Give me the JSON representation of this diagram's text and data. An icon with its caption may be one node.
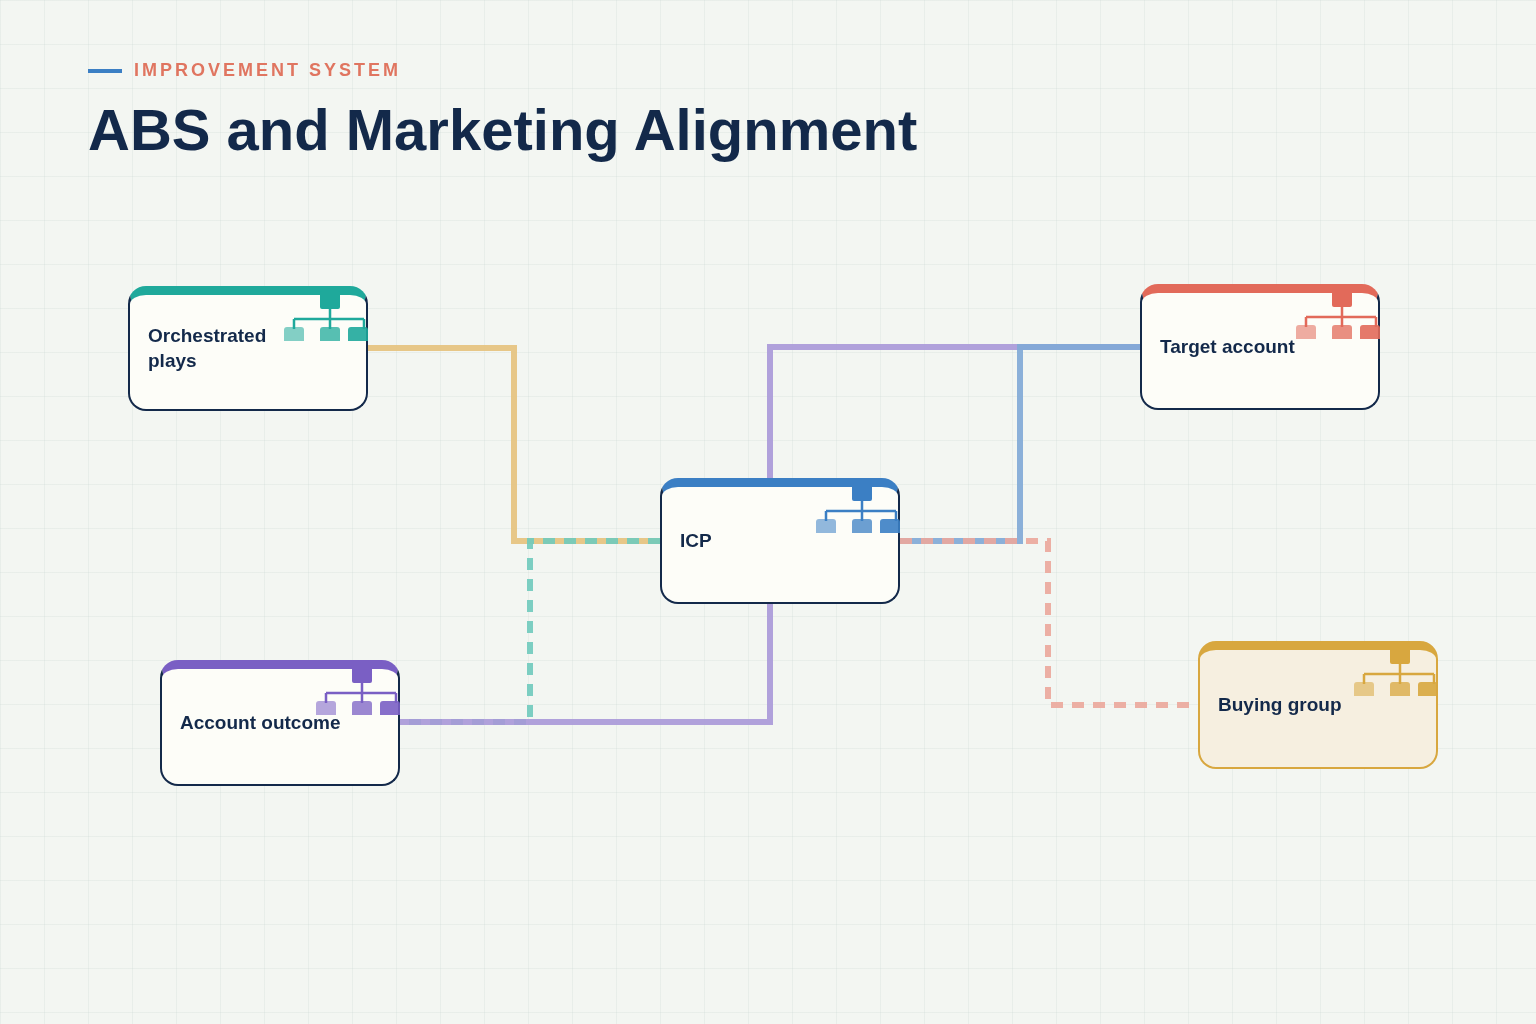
{
  "diagram": {
    "title": "ABS and Marketing Alignment",
    "nodes": [
      {
        "text": [
          "Orchestrated plays"
        ]
      },
      {
        "text": [
          "Target account"
        ]
      },
      {
        "text": [
          "ICP"
        ]
      },
      {
        "text": [
          "Account outcome"
        ]
      },
      {
        "text": [
          "Buying group"
        ]
      }
    ],
    "edges": [
      {
        "from": 0,
        "to": 2,
        "arrow": "none",
        "color": "#e6c27c"
      },
      {
        "from": 2,
        "to": 3,
        "arrow": "none",
        "style": "dashed",
        "color": "#6fcabd"
      },
      {
        "from": 3,
        "to": 2,
        "arrow": "none",
        "color": "#a898d8"
      },
      {
        "from": 2,
        "to": 1,
        "arrow": "none",
        "color": "#a898d8"
      },
      {
        "from": 1,
        "to": 2,
        "arrow": "none",
        "color": "#7fa9d6"
      },
      {
        "from": 2,
        "to": 4,
        "arrow": "none",
        "style": "dashed",
        "color": "#eba79b"
      }
    ],
    "labels": [
      "IMPROVEMENT SYSTEM"
    ]
  }
}
